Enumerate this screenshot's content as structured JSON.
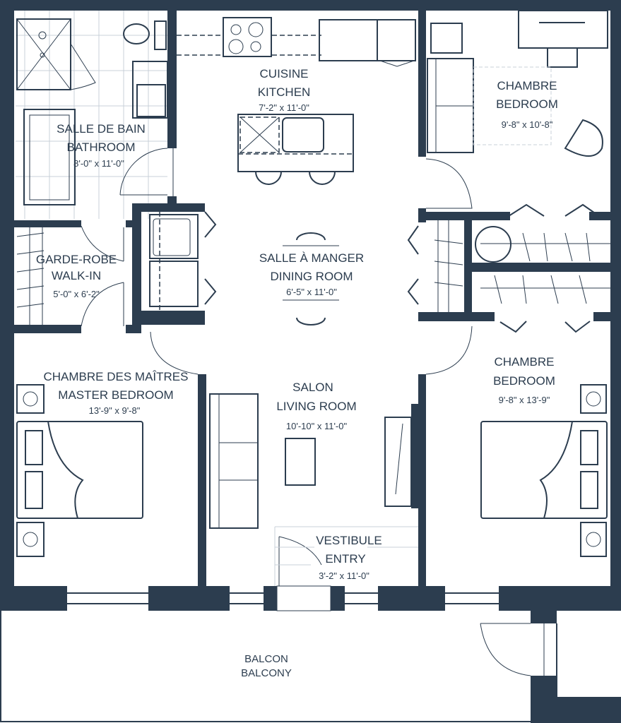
{
  "rooms": {
    "kitchen": {
      "fr": "CUISINE",
      "en": "KITCHEN",
      "dim": "7'-2\" x 11'-0\""
    },
    "bathroom": {
      "fr": "SALLE DE BAIN",
      "en": "BATHROOM",
      "dim": "8'-0\" x 11'-0\""
    },
    "walkin": {
      "fr": "GARDE-ROBE",
      "en": "WALK-IN",
      "dim": "5'-0\" x 6'-2\""
    },
    "dining": {
      "fr": "SALLE À MANGER",
      "en": "DINING ROOM",
      "dim": "6'-5\" x 11'-0\""
    },
    "bedroom1": {
      "fr": "CHAMBRE",
      "en": "BEDROOM",
      "dim": "9'-8\" x 10'-8\""
    },
    "master": {
      "fr": "CHAMBRE DES MAÎTRES",
      "en": "MASTER BEDROOM",
      "dim": "13'-9\" x 9'-8\""
    },
    "living": {
      "fr": "SALON",
      "en": "LIVING ROOM",
      "dim": "10'-10\" x 11'-0\""
    },
    "bedroom2": {
      "fr": "CHAMBRE",
      "en": "BEDROOM",
      "dim": "9'-8\" x 13'-9\""
    },
    "entry": {
      "fr": "VESTIBULE",
      "en": "ENTRY",
      "dim": "3'-2\" x 11'-0\""
    },
    "balcony": {
      "fr": "BALCON",
      "en": "BALCONY"
    }
  },
  "colors": {
    "wall": "#2c3d4f",
    "background": "#ffffff"
  }
}
